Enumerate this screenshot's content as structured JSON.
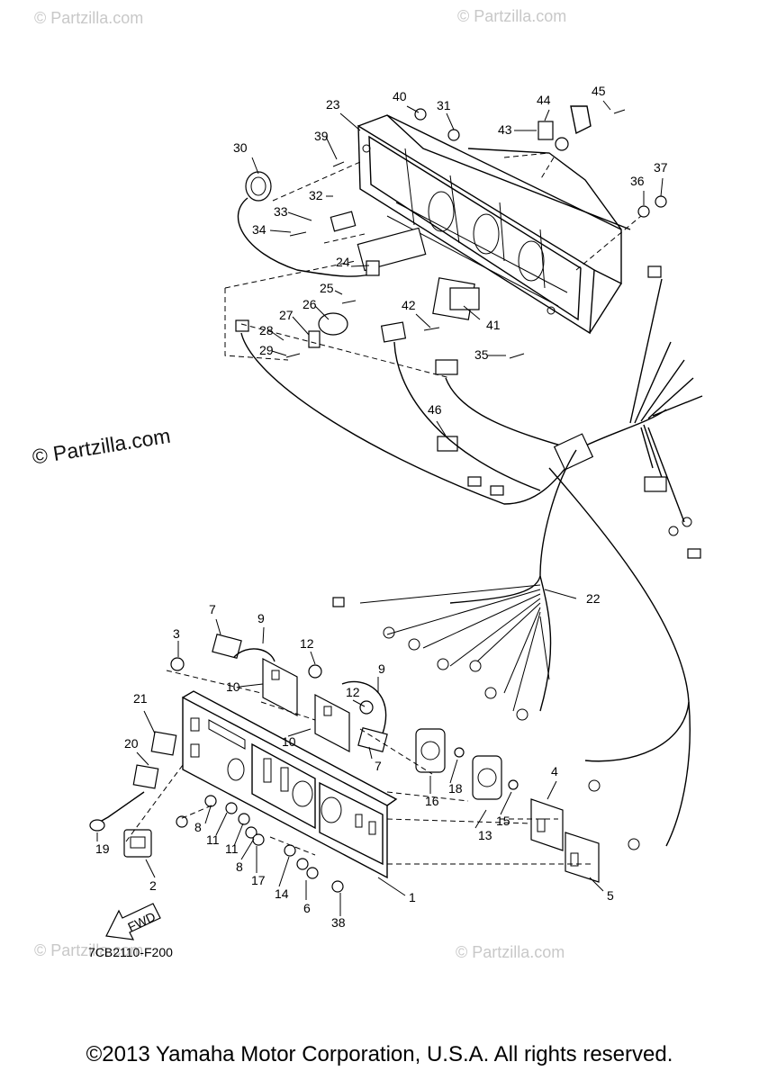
{
  "watermark_text": "© Partzilla.com",
  "figure_code": "7CB2110-F200",
  "copyright": "©2013 Yamaha Motor Corporation, U.S.A. All rights reserved.",
  "fwd_label": "FWD",
  "callouts": [
    "1",
    "2",
    "3",
    "5",
    "6",
    "7",
    "7",
    "8",
    "8",
    "9",
    "9",
    "10",
    "10",
    "11",
    "11",
    "12",
    "12",
    "13",
    "14",
    "15",
    "16",
    "17",
    "18",
    "19",
    "20",
    "21",
    "22",
    "23",
    "24",
    "25",
    "26",
    "27",
    "28",
    "29",
    "30",
    "31",
    "32",
    "33",
    "34",
    "35",
    "36",
    "37",
    "38",
    "39",
    "40",
    "41",
    "42",
    "43",
    "44",
    "45",
    "46",
    "4"
  ]
}
